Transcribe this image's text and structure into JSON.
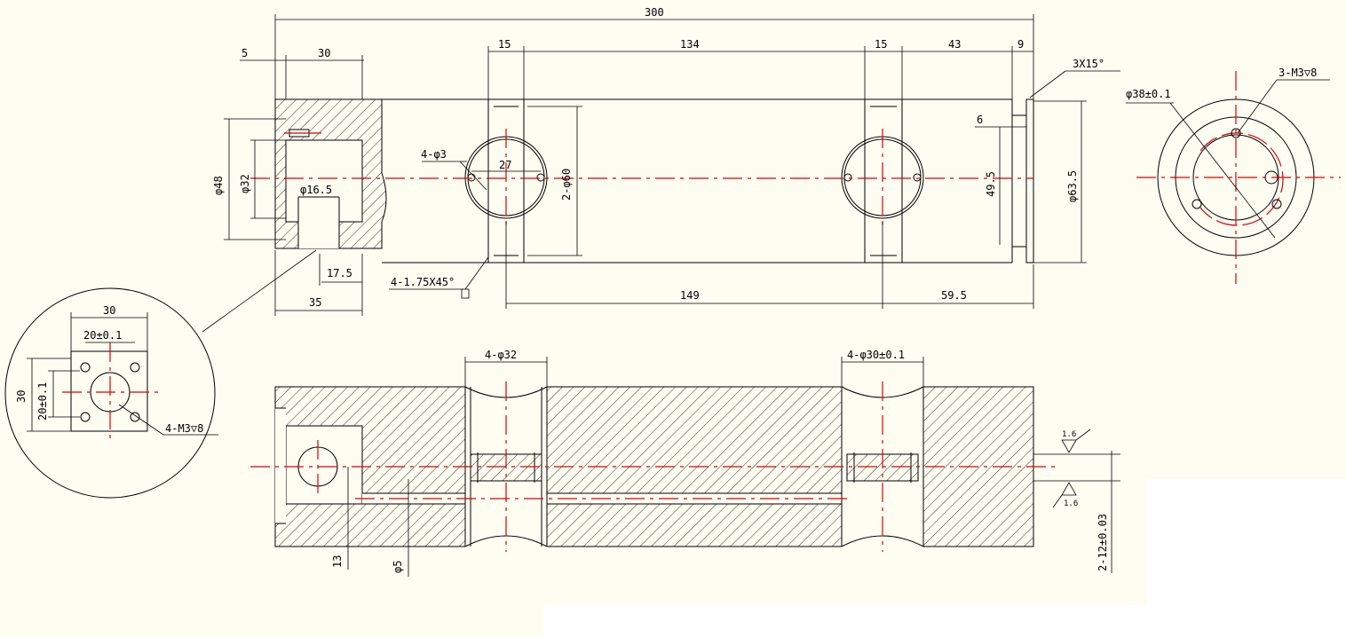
{
  "dimensions": {
    "total_length": "300",
    "d5": "5",
    "d30_top": "30",
    "d15_a": "15",
    "d134": "134",
    "d15_b": "15",
    "d43": "43",
    "d9": "9",
    "chamfer": "3X15°",
    "d6": "6",
    "d49_5": "49.5",
    "d63_5": "φ63.5",
    "d48": "φ48",
    "d32": "φ32",
    "d16_5": "φ16.5",
    "d17_5": "17.5",
    "d35": "35",
    "d149": "149",
    "d59_5": "59.5",
    "holes_4_3": "4-φ3",
    "d27": "27",
    "d2_60": "2-φ60",
    "chamfer_4": "4-1.75X45°",
    "d38": "φ38±0.1",
    "thread_3_m3": "3-M3▽8",
    "detail_30_h": "30",
    "detail_20": "20±0.1",
    "detail_30_v": "30",
    "detail_20_v": "20±0.1",
    "thread_4_m3": "4-M3▽8",
    "d4_32": "4-φ32",
    "d4_30": "4-φ30±0.1",
    "d13": "13",
    "d_phi5": "φ5",
    "roughness_top": "1.6",
    "roughness_bottom": "1.6",
    "d2_12": "2-12±0.03"
  }
}
